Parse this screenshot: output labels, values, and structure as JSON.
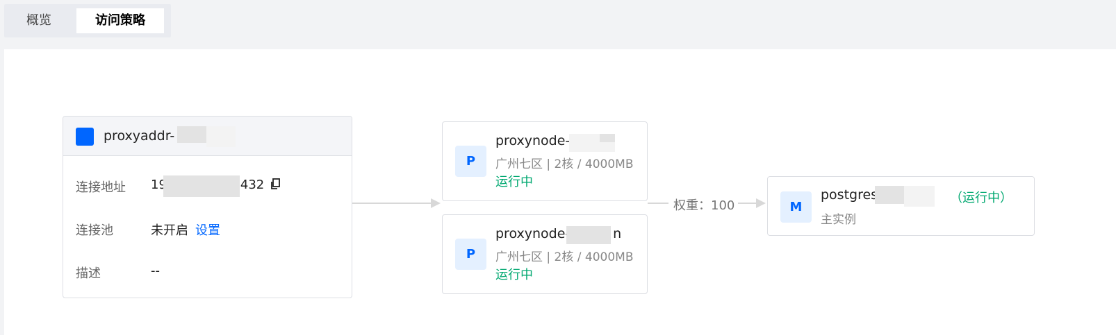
{
  "tabs": [
    {
      "label": "概览",
      "active": false
    },
    {
      "label": "访问策略",
      "active": true
    }
  ],
  "proxy_address": {
    "name_prefix": "proxyaddr-",
    "fields": {
      "connection_address": {
        "label": "连接地址",
        "value_start": "19",
        "value_end": "432"
      },
      "connection_pool": {
        "label": "连接池",
        "value": "未开启",
        "action": "设置"
      },
      "description": {
        "label": "描述",
        "value": "--"
      }
    }
  },
  "proxy_nodes": [
    {
      "badge": "P",
      "name_prefix": "proxynode-b",
      "info": "广州七区 | 2核 / 4000MB",
      "status": "运行中"
    },
    {
      "badge": "P",
      "name_prefix": "proxynode-r",
      "name_suffix": "n",
      "info": "广州七区 | 2核 / 4000MB",
      "status": "运行中"
    }
  ],
  "weight_label": "权重：100",
  "instance": {
    "badge": "M",
    "name_prefix": "postgres-",
    "status": "（运行中）",
    "role": "主实例"
  },
  "colors": {
    "brand": "#0066ff",
    "running": "#00a870",
    "badge_bg": "#e4f0ff"
  },
  "icons": {
    "copy": "copy-icon"
  }
}
